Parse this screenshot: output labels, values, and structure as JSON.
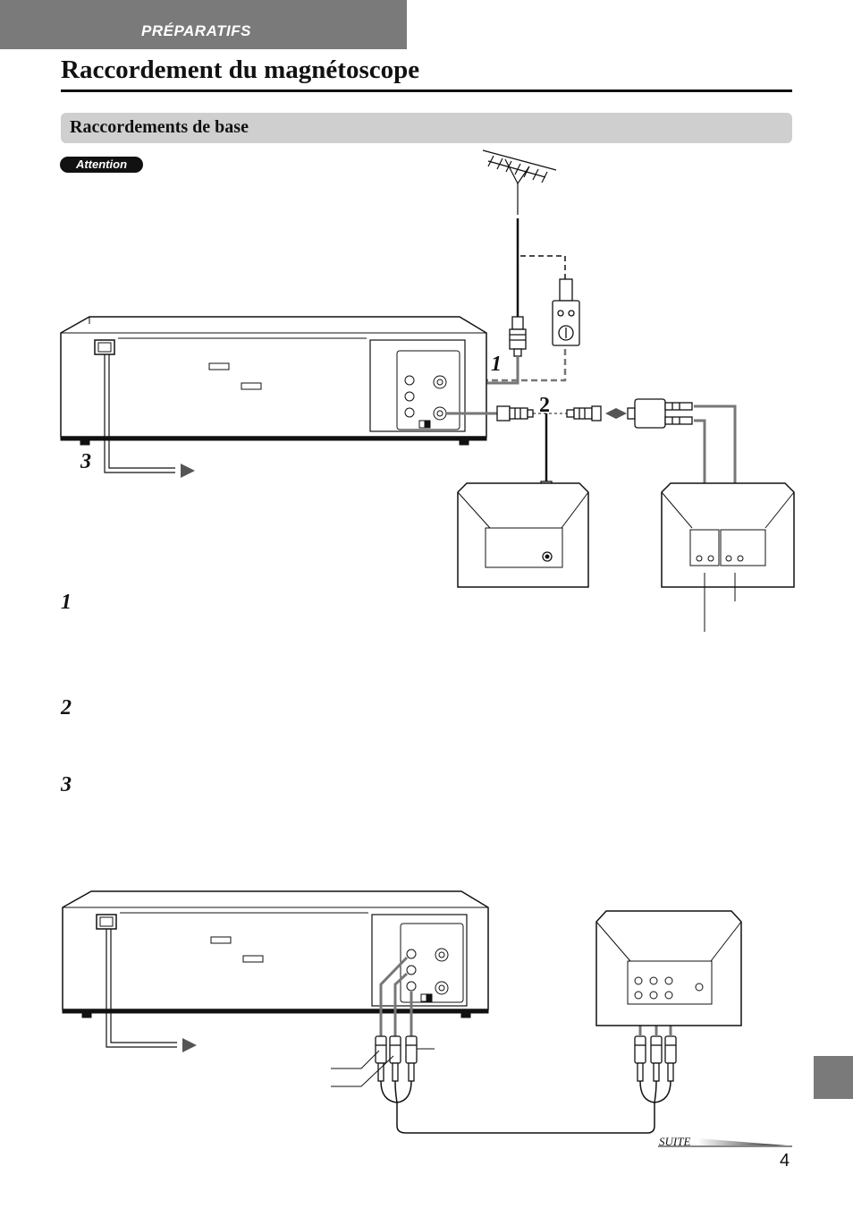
{
  "header": {
    "section": "PRÉPARATIFS",
    "title": "Raccordement du magnétoscope",
    "subtitle": "Raccordements de base"
  },
  "badge": {
    "attention": "Attention"
  },
  "diagram": {
    "labels": {
      "one": "1",
      "two": "2",
      "three": "3"
    }
  },
  "steps": [
    {
      "number": "1"
    },
    {
      "number": "2"
    },
    {
      "number": "3"
    }
  ],
  "footer": {
    "suite": "SUITE",
    "page_number": "4"
  },
  "colors": {
    "section_tab": "#7a7a7a",
    "subtitle_bar": "#cfcfcf",
    "cable": "#777777",
    "line": "#111111"
  }
}
